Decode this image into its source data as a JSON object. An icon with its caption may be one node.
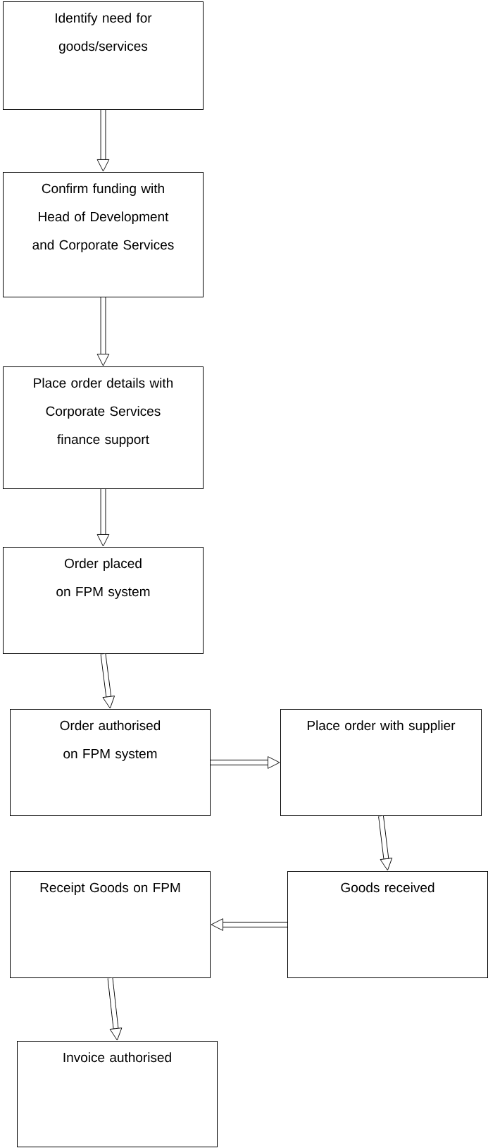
{
  "diagram": {
    "nodes": [
      {
        "text": [
          "Identify need for goods/services"
        ]
      },
      {
        "text": [
          "Confirm funding with Head of Development and Corporate Services"
        ]
      },
      {
        "text": [
          "Place order details with Corporate Services finance support"
        ]
      },
      {
        "text": [
          "Order placed on FPM system"
        ]
      },
      {
        "text": [
          "Order authorised on FPM system"
        ]
      },
      {
        "text": [
          "Place order with supplier"
        ]
      },
      {
        "text": [
          "Goods received"
        ]
      },
      {
        "text": [
          "Receipt Goods on FPM"
        ]
      },
      {
        "text": [
          "Invoice authorised"
        ]
      }
    ],
    "edges": [
      {
        "from": 0,
        "to": 1,
        "arrow": "to"
      },
      {
        "from": 1,
        "to": 2,
        "arrow": "to"
      },
      {
        "from": 2,
        "to": 3,
        "arrow": "to"
      },
      {
        "from": 3,
        "to": 4,
        "arrow": "to"
      },
      {
        "from": 4,
        "to": 5,
        "arrow": "to"
      },
      {
        "from": 5,
        "to": 6,
        "arrow": "to"
      },
      {
        "from": 6,
        "to": 7,
        "arrow": "to"
      },
      {
        "from": 7,
        "to": 8,
        "arrow": "to"
      }
    ]
  }
}
